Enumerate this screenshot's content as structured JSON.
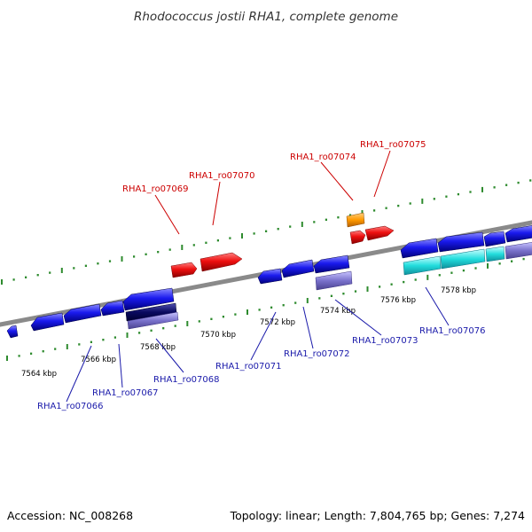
{
  "title": "Rhodococcus jostii RHA1, complete genome",
  "footer": {
    "accession": "Accession: NC_008268",
    "summary": "Topology: linear; Length: 7,804,765 bp; Genes: 7,274"
  },
  "colors": {
    "strand_plus": "#e60000",
    "strand_minus": "#0000dd",
    "label_plus": "#cc0000",
    "label_minus": "#1a1aaa",
    "backbone": "#8a8a8a",
    "ticks": "#2e8b2e",
    "orange_feature": "#ff9900",
    "cyan_feature": "#22dddd",
    "lavender_feature": "#7a72cc",
    "navy_feature": "#0a0a60"
  },
  "scale": {
    "ticks": [
      {
        "label": "7564 kbp"
      },
      {
        "label": "7566 kbp"
      },
      {
        "label": "7568 kbp"
      },
      {
        "label": "7570 kbp"
      },
      {
        "label": "7572 kbp"
      },
      {
        "label": "7574 kbp"
      },
      {
        "label": "7576 kbp"
      },
      {
        "label": "7578 kbp"
      }
    ]
  },
  "gene_labels": {
    "plus": [
      "RHA1_ro07069",
      "RHA1_ro07070",
      "RHA1_ro07074",
      "RHA1_ro07075"
    ],
    "minus": [
      "RHA1_ro07066",
      "RHA1_ro07067",
      "RHA1_ro07068",
      "RHA1_ro07071",
      "RHA1_ro07072",
      "RHA1_ro07073",
      "RHA1_ro07076"
    ]
  }
}
